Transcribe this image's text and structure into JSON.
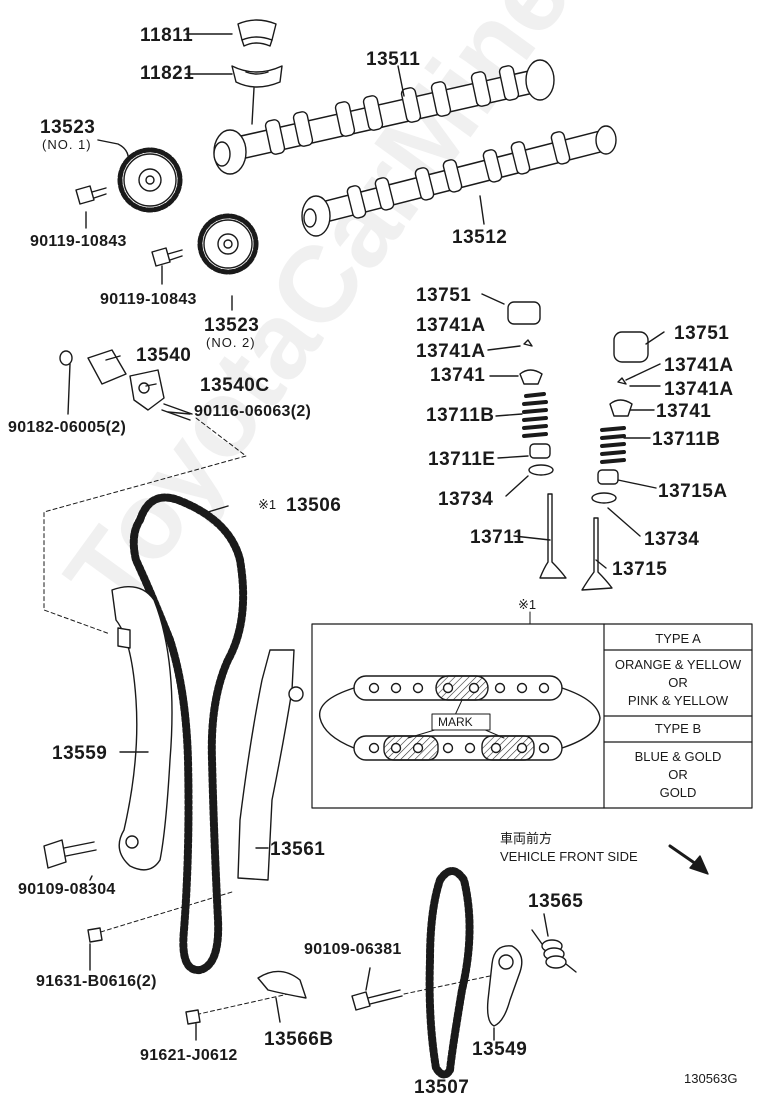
{
  "watermark": "ToyotaCarMine.ru",
  "parts": {
    "p11811": "11811",
    "p11821": "11821",
    "p13511": "13511",
    "p13512": "13512",
    "p13523a": "13523",
    "p13523a_sub": "(NO. 1)",
    "p13523b": "13523",
    "p13523b_sub": "(NO. 2)",
    "p90119a": "90119-10843",
    "p90119b": "90119-10843",
    "p13540": "13540",
    "p13540c": "13540C",
    "p90182": "90182-06005(2)",
    "p90116": "90116-06063(2)",
    "p13506": "13506",
    "p13506_mark": "※1",
    "p13751a": "13751",
    "p13741a_1": "13741A",
    "p13741a_2": "13741A",
    "p13741a": "13741",
    "p13711b_a": "13711B",
    "p13711e": "13711E",
    "p13734a": "13734",
    "p13711": "13711",
    "p13751b": "13751",
    "p13741b_1": "13741A",
    "p13741b_2": "13741A",
    "p13741b": "13741",
    "p13711b_b": "13711B",
    "p13715a": "13715A",
    "p13734b": "13734",
    "p13715": "13715",
    "p13559": "13559",
    "p13561": "13561",
    "p90109a": "90109-08304",
    "p91631": "91631-B0616(2)",
    "p90109b": "90109-06381",
    "p13565": "13565",
    "p13566b": "13566B",
    "p91621": "91621-J0612",
    "p13549": "13549",
    "p13507": "13507"
  },
  "inset": {
    "ref": "※1",
    "mark": "MARK",
    "type_a": "TYPE A",
    "type_a_colors": [
      "ORANGE & YELLOW",
      "OR",
      "PINK & YELLOW"
    ],
    "type_b": "TYPE B",
    "type_b_colors": [
      "BLUE & GOLD",
      "OR",
      "GOLD"
    ]
  },
  "direction": {
    "jp": "車両前方",
    "en": "VEHICLE FRONT SIDE"
  },
  "figure_code": "130563G"
}
